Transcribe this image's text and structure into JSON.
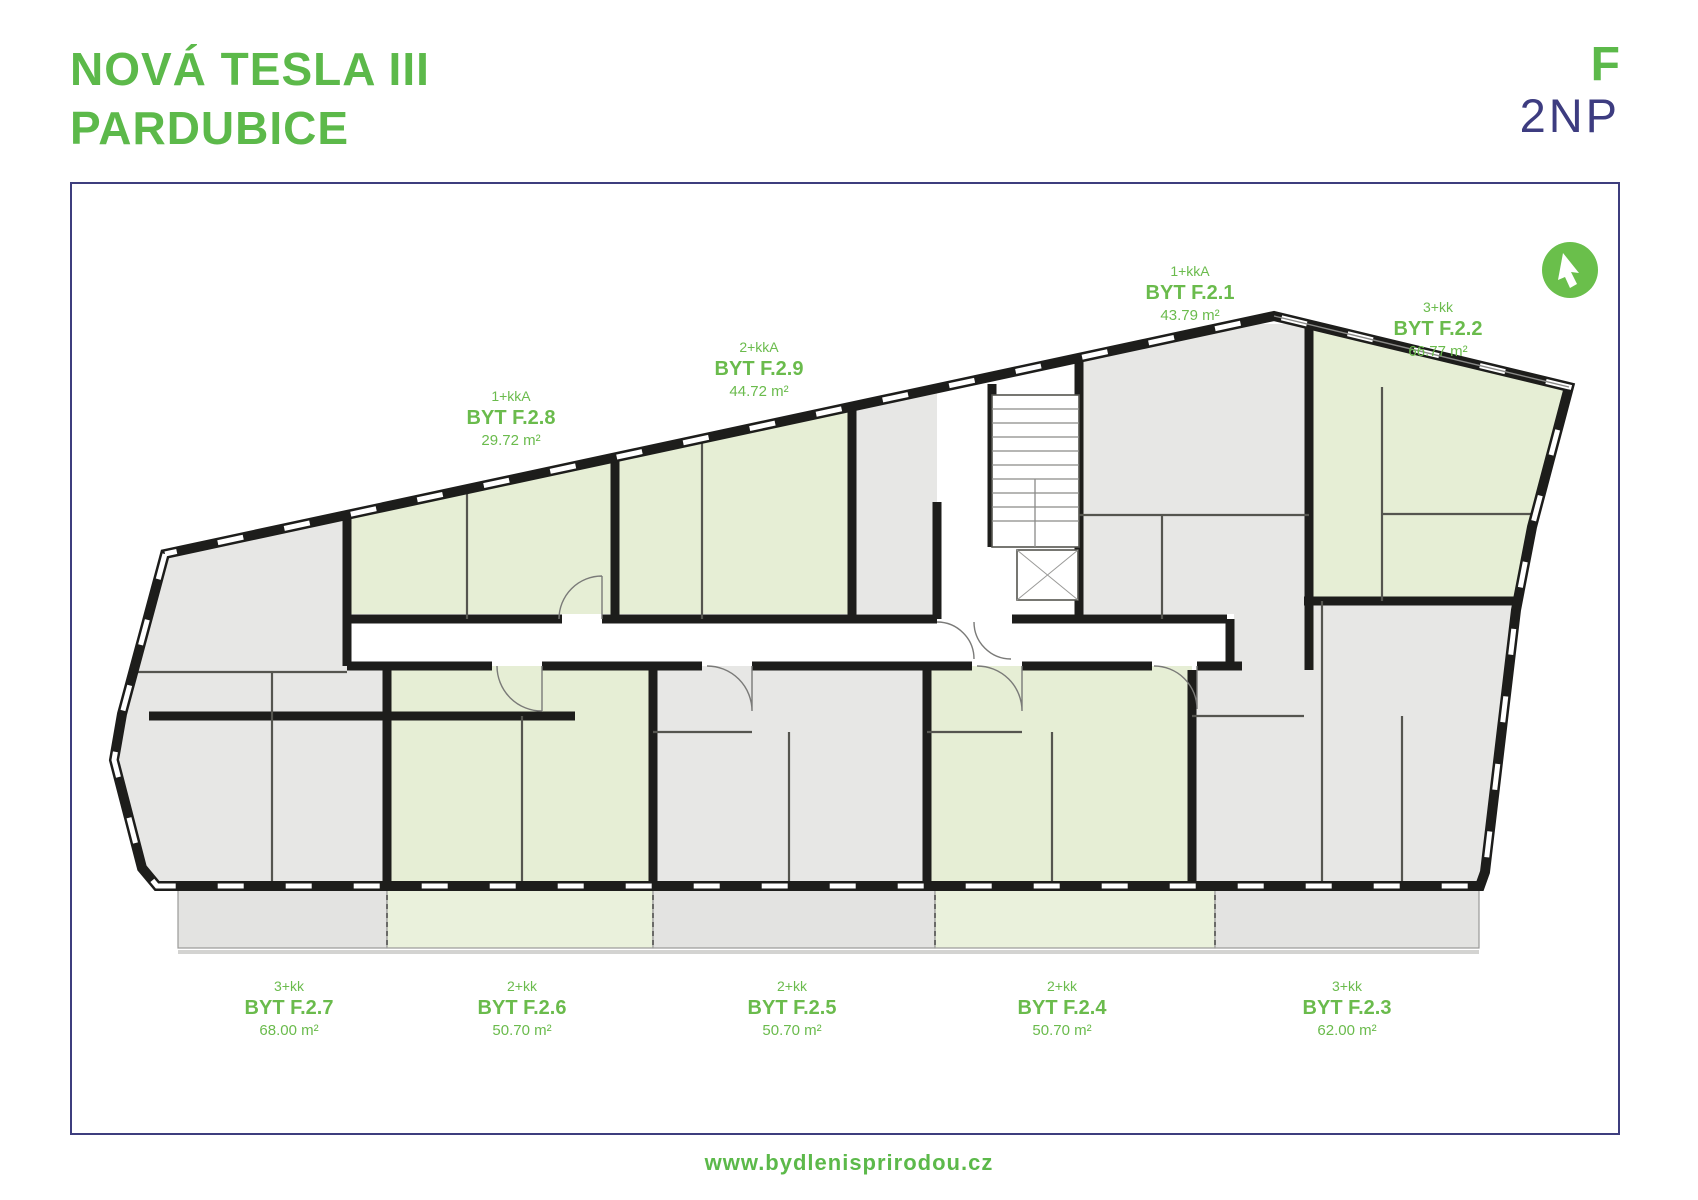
{
  "header": {
    "title_line1": "NOVÁ TESLA III",
    "title_line2": "PARDUBICE",
    "building": "F",
    "floor": "2NP"
  },
  "footer": {
    "url": "www.bydlenisprirodou.cz"
  },
  "plan": {
    "north_icon": "north-arrow"
  },
  "apartments": [
    {
      "id": "F.2.1",
      "type": "1+kkA",
      "name": "BYT F.2.1",
      "area": "43.79 m²"
    },
    {
      "id": "F.2.2",
      "type": "3+kk",
      "name": "BYT F.2.2",
      "area": "66.77 m²"
    },
    {
      "id": "F.2.3",
      "type": "3+kk",
      "name": "BYT F.2.3",
      "area": "62.00 m²"
    },
    {
      "id": "F.2.4",
      "type": "2+kk",
      "name": "BYT F.2.4",
      "area": "50.70 m²"
    },
    {
      "id": "F.2.5",
      "type": "2+kk",
      "name": "BYT F.2.5",
      "area": "50.70 m²"
    },
    {
      "id": "F.2.6",
      "type": "2+kk",
      "name": "BYT F.2.6",
      "area": "50.70 m²"
    },
    {
      "id": "F.2.7",
      "type": "3+kk",
      "name": "BYT F.2.7",
      "area": "68.00 m²"
    },
    {
      "id": "F.2.8",
      "type": "1+kkA",
      "name": "BYT F.2.8",
      "area": "29.72 m²"
    },
    {
      "id": "F.2.9",
      "type": "2+kkA",
      "name": "BYT F.2.9",
      "area": "44.72 m²"
    }
  ],
  "colors": {
    "accent_green": "#5cb94a",
    "label_green": "#6abb4c",
    "navy": "#3d3c80",
    "wall_black": "#1d1d1b",
    "room_grey": "#e7e7e5",
    "room_green": "#e6eed5",
    "balcony_grey": "#e3e3e1",
    "balcony_green": "#eaf1dc"
  }
}
